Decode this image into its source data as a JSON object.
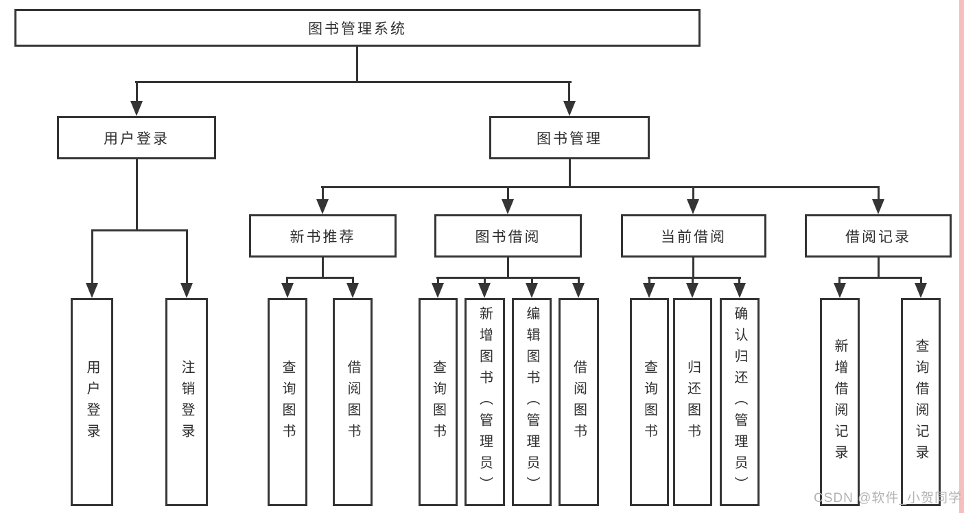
{
  "diagram": {
    "root": "图书管理系统",
    "level2": {
      "user_login": "用户登录",
      "book_management": "图书管理"
    },
    "level3": {
      "new_book": "新书推荐",
      "book_borrow": "图书借阅",
      "current_borrow": "当前借阅",
      "borrow_records": "借阅记录"
    },
    "leaves": {
      "user_login": [
        "用户登录",
        "注销登录"
      ],
      "new_book": [
        "查询图书",
        "借阅图书"
      ],
      "book_borrow": [
        "查询图书",
        "新增图书（管理员）",
        "编辑图书（管理员）",
        "借阅图书"
      ],
      "current_borrow": [
        "查询图书",
        "归还图书",
        "确认归还（管理员）"
      ],
      "borrow_records": [
        "新增借阅记录",
        "查询借阅记录"
      ]
    }
  },
  "watermark": "CSDN @软件_小贺同学",
  "colors": {
    "line": "#353535",
    "text": "#2f2f2f",
    "box_background": "#ffffff",
    "watermark": "#b3b3b3",
    "right_edge_strip": "#f5bfbf"
  }
}
